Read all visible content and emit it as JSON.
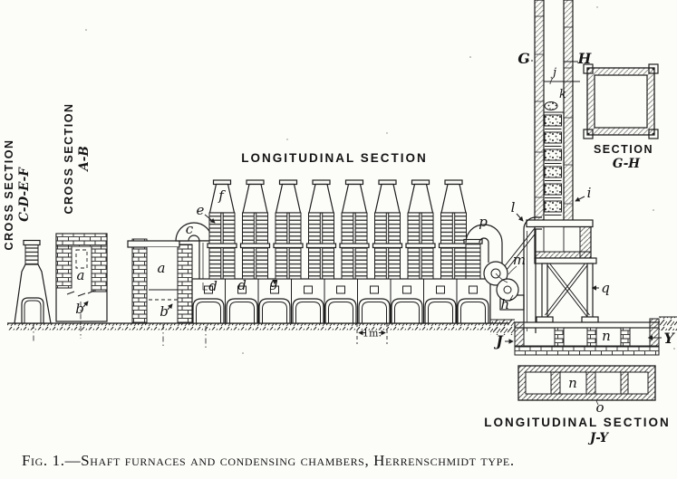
{
  "figure": {
    "caption": "Fig. 1.—Shaft furnaces and condensing chambers, Herrenschmidt type.",
    "dimension_label": "1m."
  },
  "titles": {
    "cross_section_cdef": {
      "name": "CROSS SECTION",
      "ref": "C-D-E-F"
    },
    "cross_section_ab": {
      "name": "CROSS SECTION",
      "ref": "A-B"
    },
    "longitudinal_main": "LONGITUDINAL SECTION",
    "section_gh": {
      "name": "SECTION",
      "ref": "G-H"
    },
    "longitudinal_jy": {
      "name": "LONGITUDINAL SECTION",
      "ref": "J-Y"
    }
  },
  "parts": {
    "a": "a",
    "b": "b",
    "c": "c",
    "d": "d",
    "e": "e",
    "f": "f",
    "g": "g",
    "h_prime": "h′",
    "i": "i",
    "j": "j",
    "k": "k",
    "l": "l",
    "m": "m",
    "n": "n",
    "o": "o",
    "p": "p",
    "q": "q",
    "G": "G",
    "H": "H",
    "J": "J",
    "Y": "Y"
  },
  "colors": {
    "ink": "#1d1d1d",
    "paper": "#fcfcf9"
  }
}
